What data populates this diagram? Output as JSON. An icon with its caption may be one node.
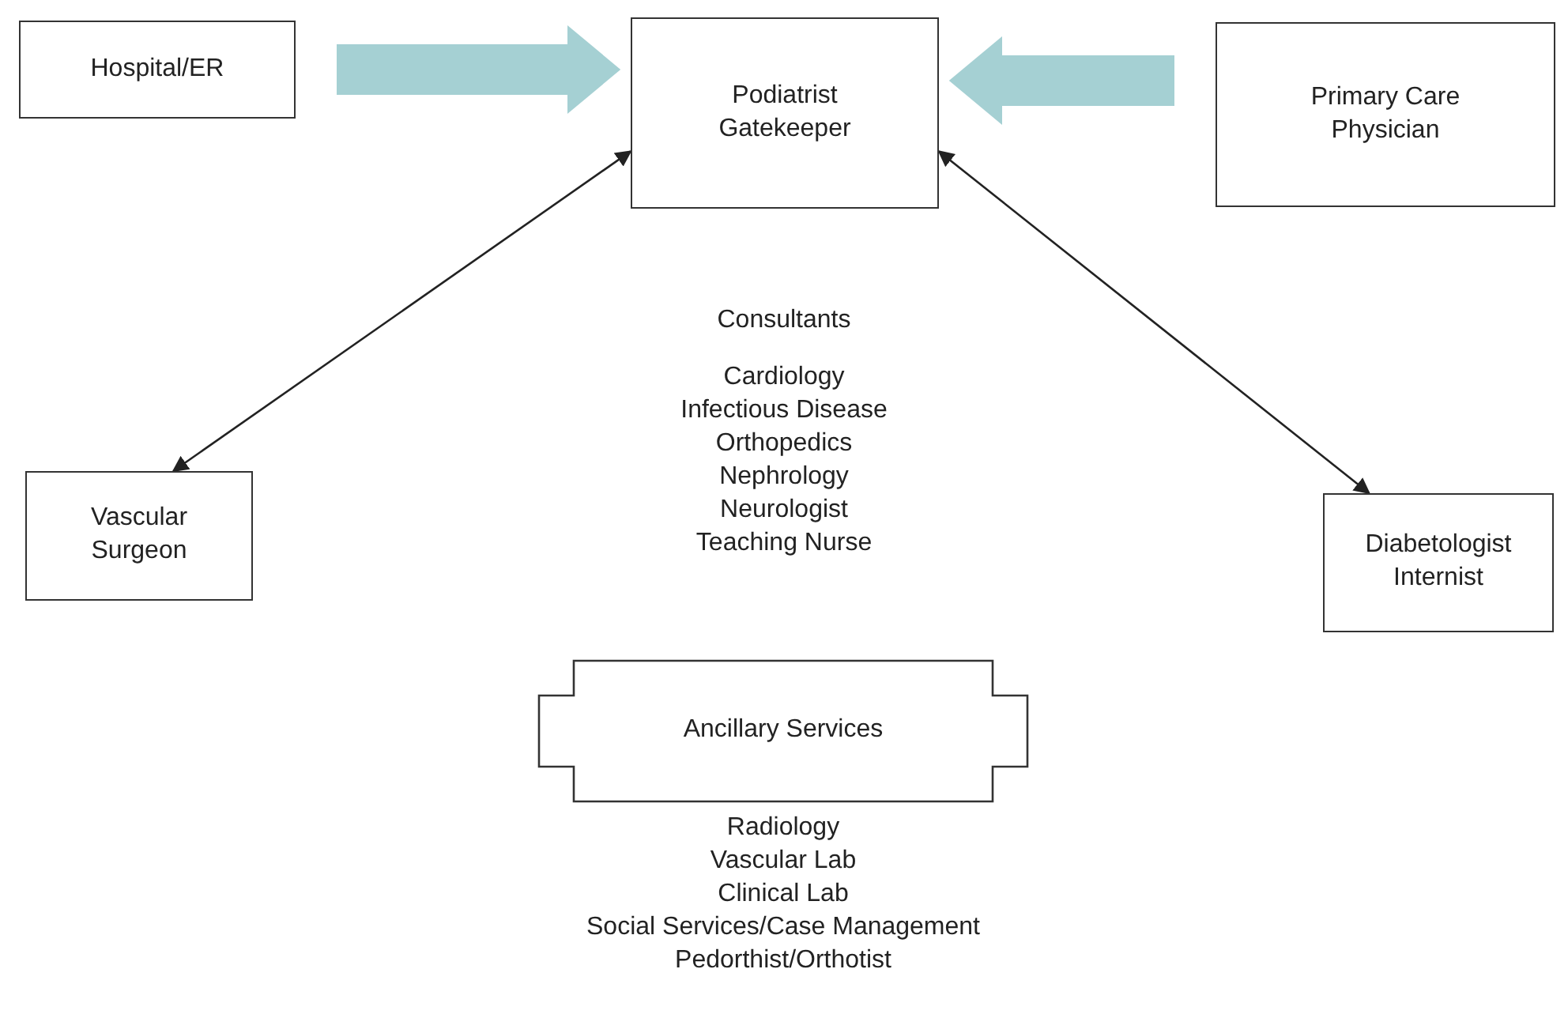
{
  "diagram": {
    "nodes": [
      {
        "text": [
          "Hospital/ER"
        ]
      },
      {
        "text": [
          "Podiatrist Gatekeeper"
        ]
      },
      {
        "text": [
          "Primary Care Physician"
        ]
      },
      {
        "text": [
          "Vascular Surgeon"
        ]
      },
      {
        "text": [
          "Diabetologist Internist"
        ]
      },
      {
        "text": [
          "Ancillary Services"
        ],
        "beside": [
          "Radiology",
          "Vascular Lab",
          "Clinical Lab",
          "Social Services/Case Management",
          "Pedorthist/Orthotist"
        ]
      }
    ],
    "edges": [
      {
        "from": 0,
        "to": 1,
        "arrow": "to",
        "style": "thick",
        "color": "#a5d0d3"
      },
      {
        "from": 2,
        "to": 1,
        "arrow": "to",
        "style": "thick",
        "color": "#a5d0d3"
      },
      {
        "from": 1,
        "to": 3,
        "arrow": "both",
        "color": "#222222"
      },
      {
        "from": 1,
        "to": 4,
        "arrow": "both",
        "color": "#222222"
      }
    ],
    "labels": [
      "Consultants",
      "Cardiology",
      "Infectious Disease",
      "Orthopedics",
      "Nephrology",
      "Neurologist",
      "Teaching Nurse"
    ]
  }
}
